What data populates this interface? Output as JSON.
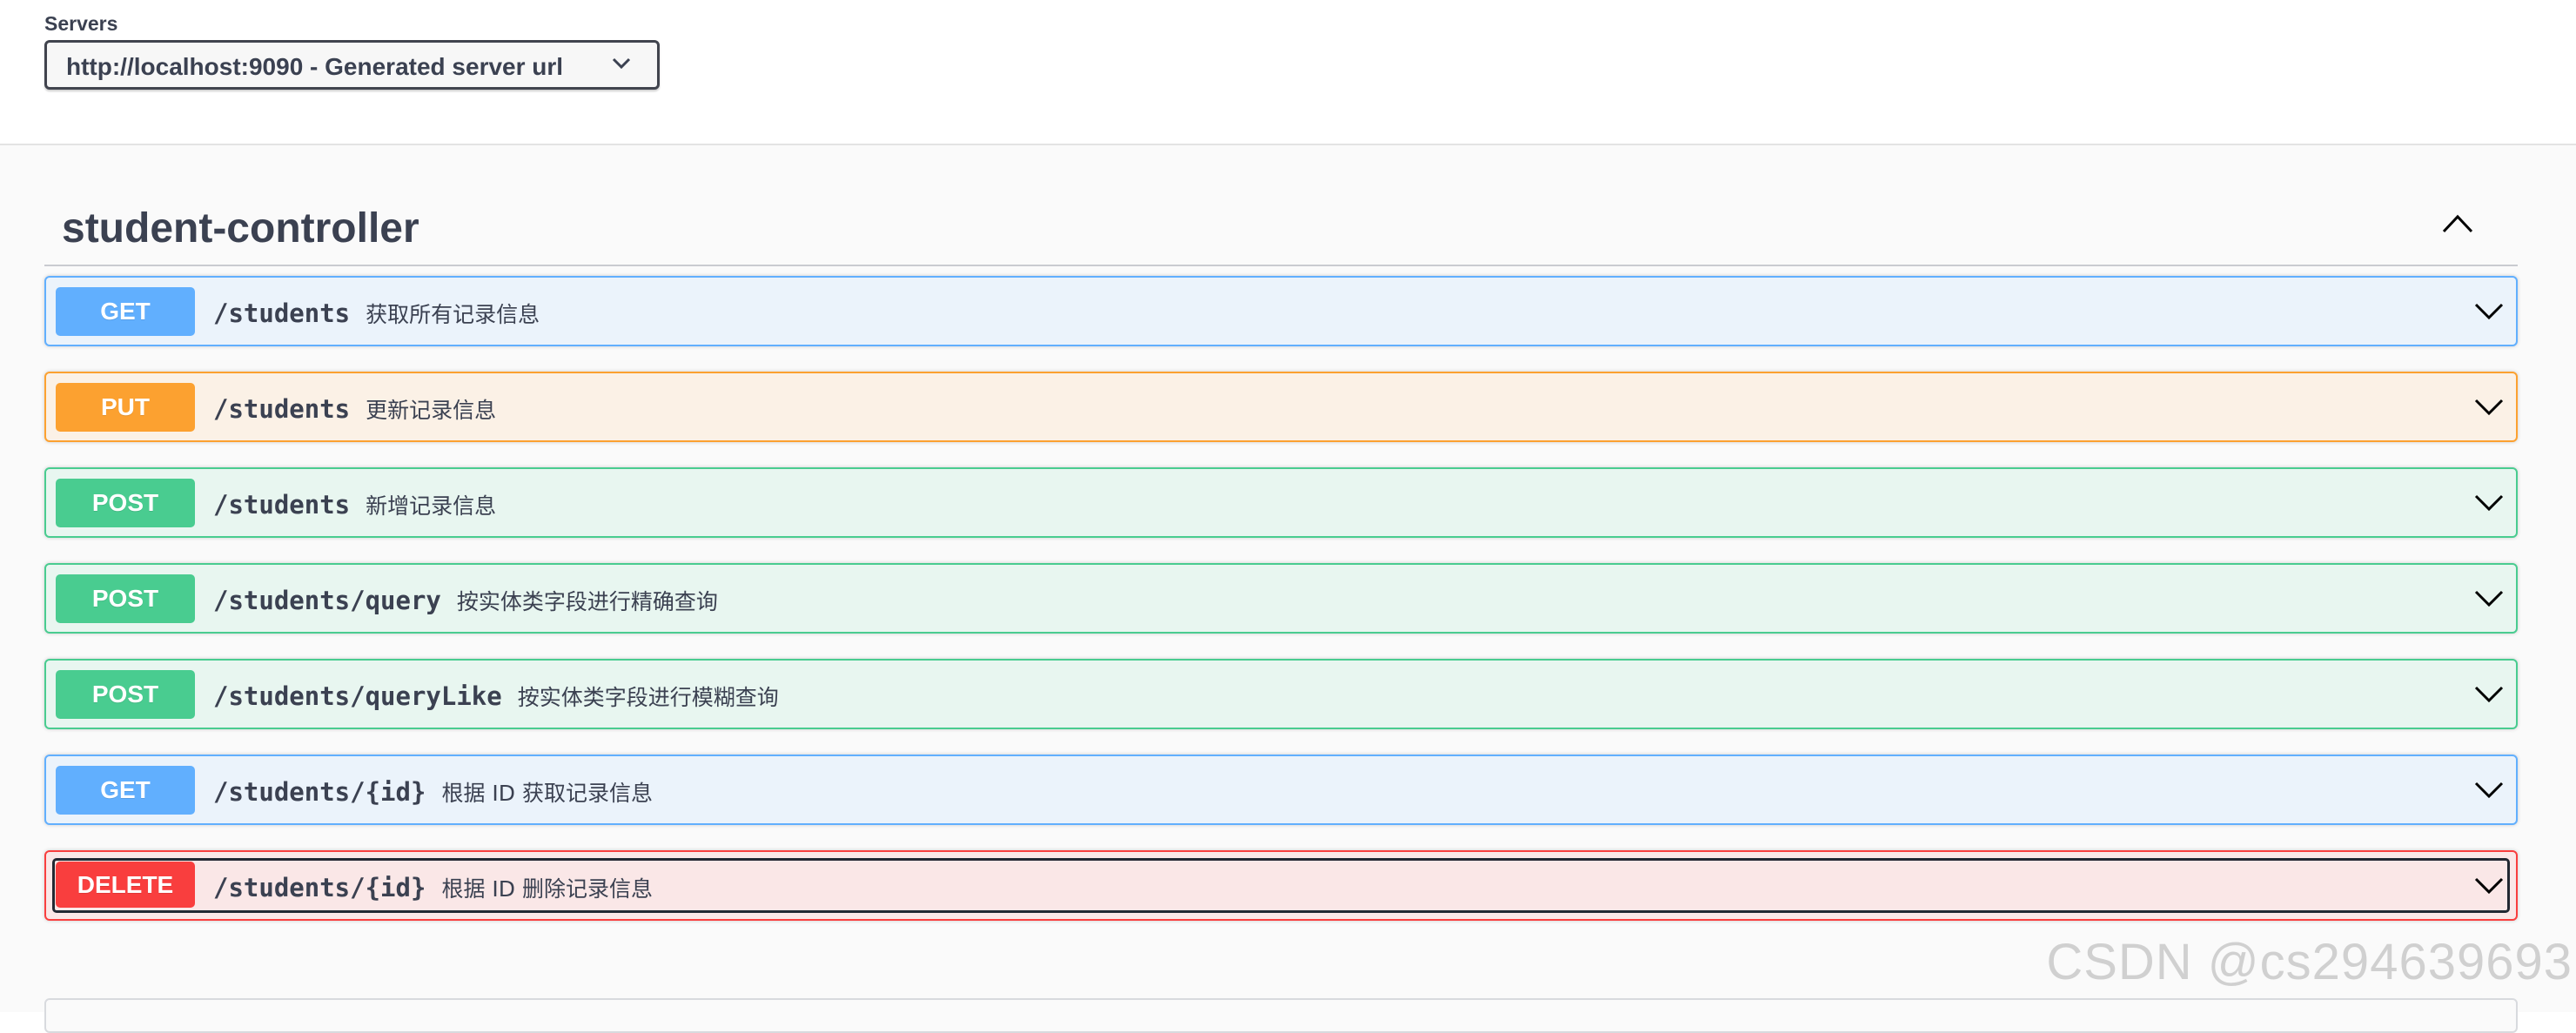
{
  "servers": {
    "label": "Servers",
    "selected": "http://localhost:9090 - Generated server url"
  },
  "tag": {
    "name": "student-controller",
    "expanded": true
  },
  "operations": [
    {
      "method": "GET",
      "path": "/students",
      "summary": "获取所有记录信息",
      "color": "#61affe"
    },
    {
      "method": "PUT",
      "path": "/students",
      "summary": "更新记录信息",
      "color": "#fca130"
    },
    {
      "method": "POST",
      "path": "/students",
      "summary": "新增记录信息",
      "color": "#49cc90"
    },
    {
      "method": "POST",
      "path": "/students/query",
      "summary": "按实体类字段进行精确查询",
      "color": "#49cc90"
    },
    {
      "method": "POST",
      "path": "/students/queryLike",
      "summary": "按实体类字段进行模糊查询",
      "color": "#49cc90"
    },
    {
      "method": "GET",
      "path": "/students/{id}",
      "summary": "根据 ID 获取记录信息",
      "color": "#61affe"
    },
    {
      "method": "DELETE",
      "path": "/students/{id}",
      "summary": "根据 ID 删除记录信息",
      "color": "#f93e3e"
    }
  ],
  "watermark": "CSDN @cs294639693",
  "icons": {
    "select": "chevron-down-icon",
    "tag_toggle": "chevron-up-icon",
    "operation_toggle": "chevron-down-icon"
  }
}
